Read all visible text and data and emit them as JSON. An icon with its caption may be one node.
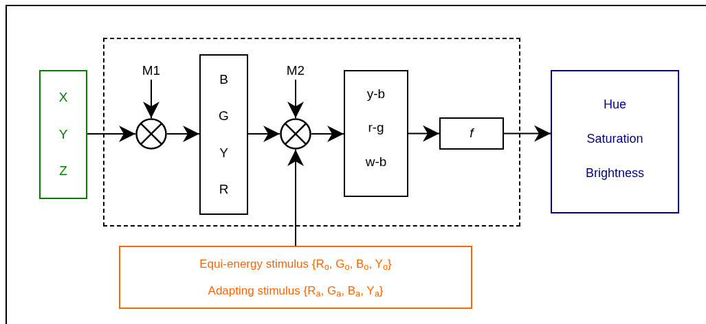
{
  "diagram": {
    "nodes": [
      {
        "text": [
          "X",
          "Y",
          "Z"
        ]
      },
      {
        "text": [],
        "shape": "box"
      },
      {
        "text": [
          "M1"
        ],
        "in": 1
      },
      {
        "text": [],
        "shape": "circle",
        "in": 1
      },
      {
        "text": [
          "B",
          "G",
          "Y",
          "R"
        ],
        "in": 1
      },
      {
        "text": [
          "M2"
        ],
        "in": 1
      },
      {
        "text": [],
        "shape": "circle",
        "in": 1
      },
      {
        "text": [
          "y-b",
          "r-g",
          "w-b"
        ],
        "in": 1
      },
      {
        "text": [
          "f"
        ],
        "in": 1
      },
      {
        "text": [
          "Hue",
          "Saturation",
          "Brightness"
        ]
      },
      {
        "text": [
          "Equi-energy stimulus {R$_{o}$, G$_{o}$, B$_{o}$, Y$_{o}$}",
          "Adapting stimulus {R$_{a}$, G$_{a}$, B$_{a}$, Y$_{a}$}"
        ]
      }
    ],
    "edges": [
      {
        "from": 0,
        "to": 3,
        "arrow": "to"
      },
      {
        "from": 2,
        "to": 3,
        "arrow": "to"
      },
      {
        "from": 3,
        "to": 4,
        "arrow": "to"
      },
      {
        "from": 4,
        "to": 6,
        "arrow": "to"
      },
      {
        "from": 5,
        "to": 6,
        "arrow": "to"
      },
      {
        "from": 10,
        "to": 6,
        "arrow": "to"
      },
      {
        "from": 6,
        "to": 7,
        "arrow": "to"
      },
      {
        "from": 7,
        "to": 8,
        "arrow": "to"
      },
      {
        "from": 8,
        "to": 9,
        "arrow": "to"
      }
    ]
  }
}
